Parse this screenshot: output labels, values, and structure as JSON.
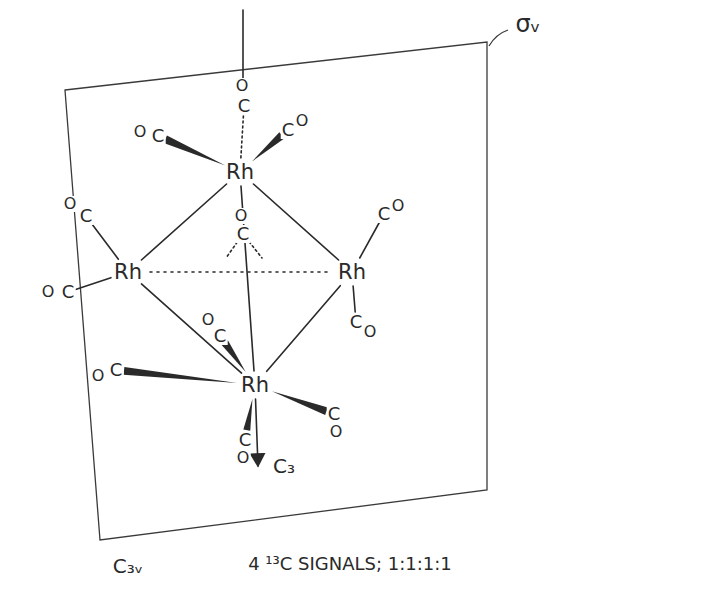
{
  "diagram": {
    "labels": [
      "σᵥ",
      "Rh",
      "Rh",
      "Rh",
      "Rh",
      "O",
      "C",
      "O",
      "C",
      "C",
      "O",
      "O",
      "C",
      "O",
      "C",
      "O",
      "C",
      "O",
      "C",
      "O",
      "C",
      "C",
      "O",
      "C",
      "O",
      "C",
      "O",
      "C",
      "O",
      "C₃",
      "C₃ᵥ",
      "4 ¹³C SIGNALS; 1:1:1:1"
    ]
  }
}
